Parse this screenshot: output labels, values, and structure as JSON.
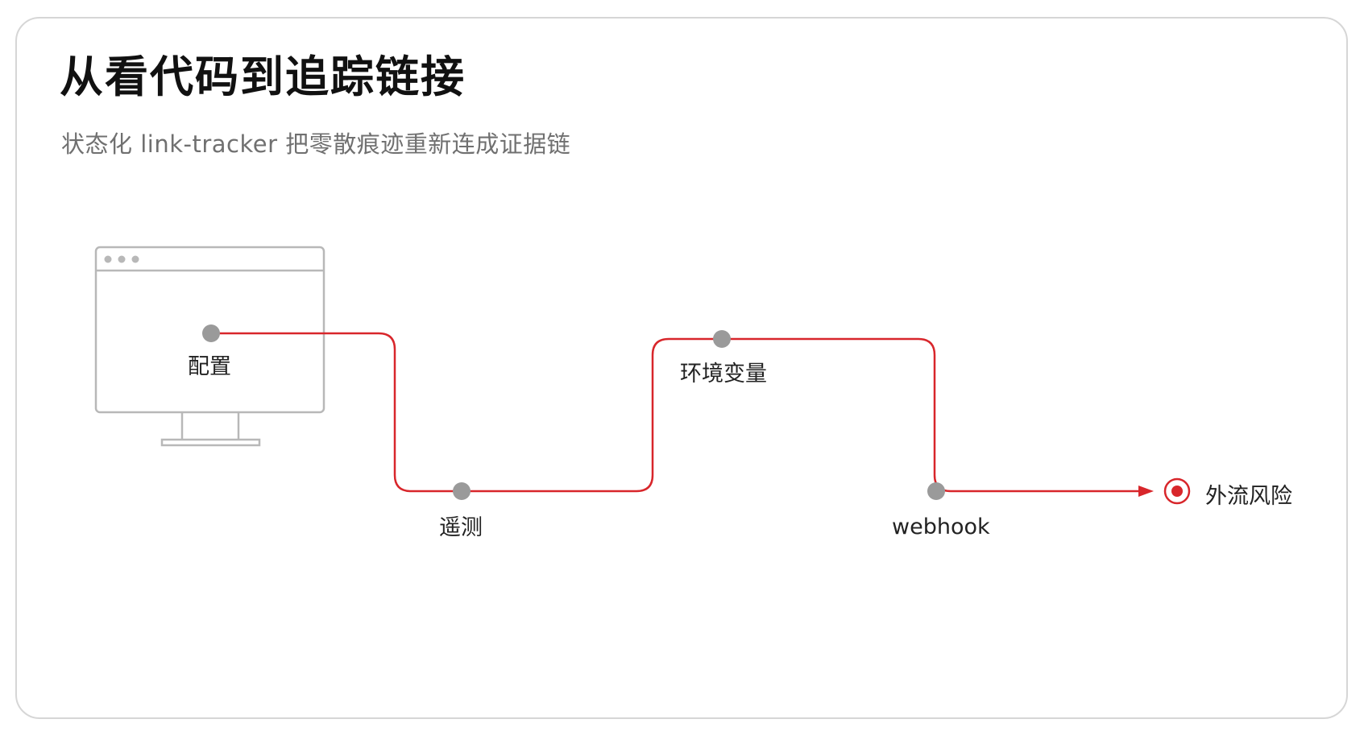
{
  "title": "从看代码到追踪链接",
  "subtitle": "状态化 link-tracker 把零散痕迹重新连成证据链",
  "nodes": {
    "config": "配置",
    "telemetry": "遥测",
    "env_vars": "环境变量",
    "webhook": "webhook",
    "exfil_risk": "外流风险"
  },
  "icons": {
    "monitor": "monitor-icon",
    "target": "target-icon",
    "arrow": "arrow-head-icon"
  },
  "colors": {
    "accent_red": "#d8262b",
    "node_gray": "#9a9a9a",
    "outline_gray": "#b8b8b8",
    "border": "#d6d6d6"
  }
}
